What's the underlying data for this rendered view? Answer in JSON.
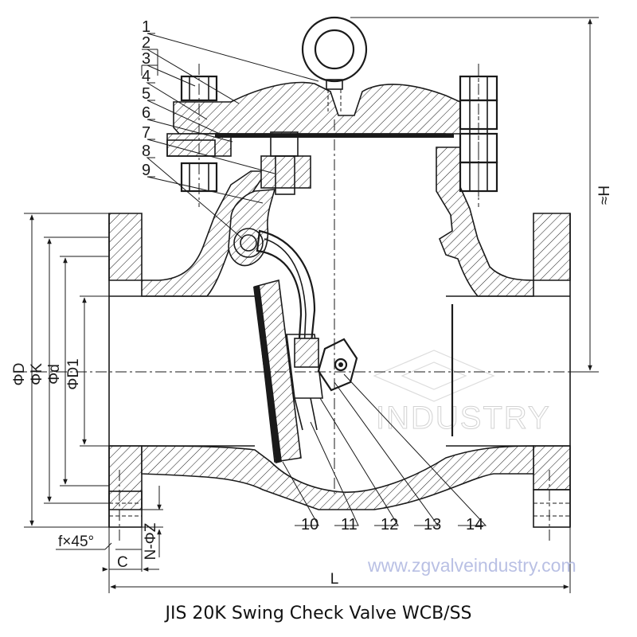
{
  "caption": "JIS 20K Swing Check Valve WCB/SS",
  "watermark_url": "www.zgvalveindustry.com",
  "watermark_brand": "INDUSTRY",
  "part_numbers": [
    "1",
    "2",
    "3",
    "4",
    "5",
    "6",
    "7",
    "8",
    "9",
    "10",
    "11",
    "12",
    "13",
    "14"
  ],
  "dimensions": {
    "D": "ΦD",
    "K": "ΦK",
    "d": "Φd",
    "D1": "ΦD1",
    "H": "≈H",
    "L": "L",
    "C": "C",
    "chamfer": "f×45°",
    "bolt_holes": "N-ΦZ"
  },
  "colors": {
    "line": "#1a1a1a",
    "watermark": "#b9c0e4",
    "background": "#ffffff"
  }
}
